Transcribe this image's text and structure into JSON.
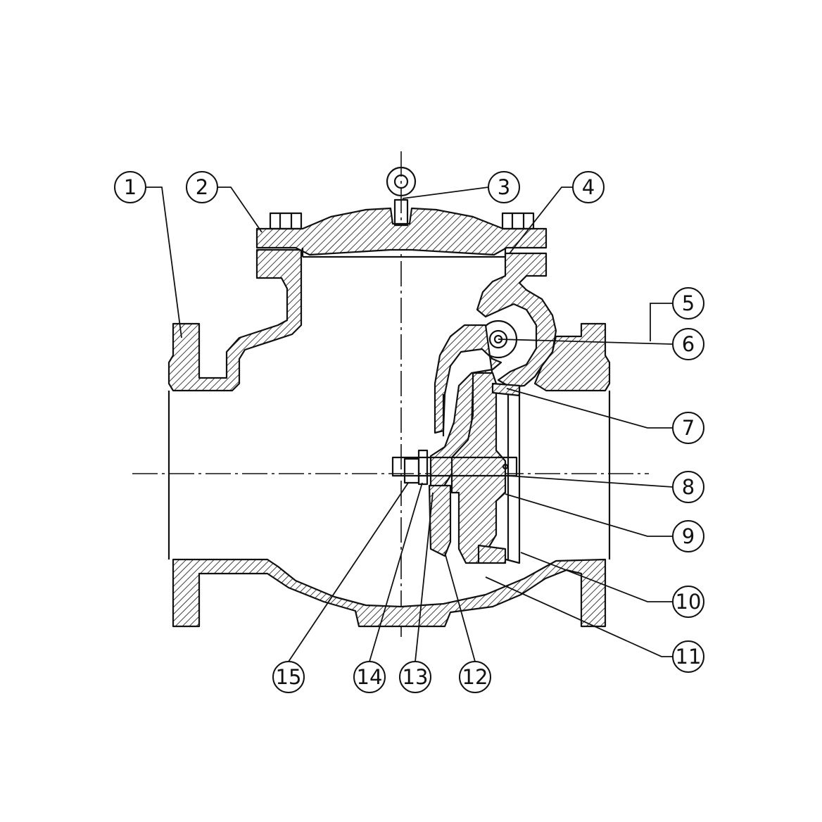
{
  "callouts": [
    {
      "id": "1",
      "label": "1"
    },
    {
      "id": "2",
      "label": "2"
    },
    {
      "id": "3",
      "label": "3"
    },
    {
      "id": "4",
      "label": "4"
    },
    {
      "id": "5",
      "label": "5"
    },
    {
      "id": "6",
      "label": "6"
    },
    {
      "id": "7",
      "label": "7"
    },
    {
      "id": "8",
      "label": "8"
    },
    {
      "id": "9",
      "label": "9"
    },
    {
      "id": "10",
      "label": "10"
    },
    {
      "id": "11",
      "label": "11"
    },
    {
      "id": "12",
      "label": "12"
    },
    {
      "id": "13",
      "label": "13"
    },
    {
      "id": "14",
      "label": "14"
    },
    {
      "id": "15",
      "label": "15"
    }
  ],
  "colors": {
    "ink": "#111111",
    "background": "#ffffff"
  }
}
